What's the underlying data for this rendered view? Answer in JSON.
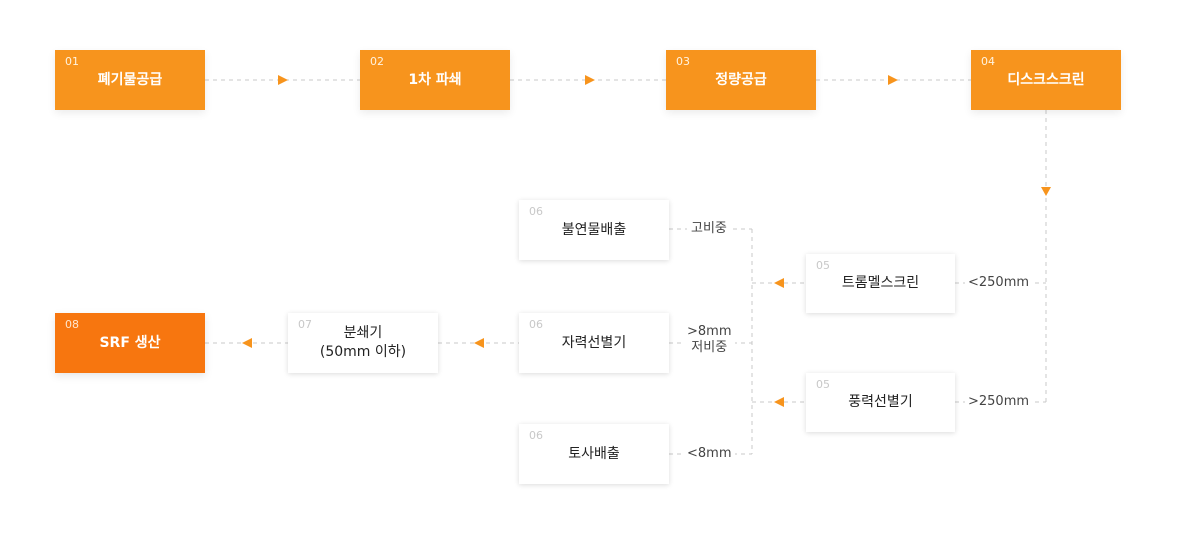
{
  "colors": {
    "accent": "#f7941d",
    "accent_dark": "#f7760f",
    "line": "#c8c8c8"
  },
  "steps": {
    "s01": {
      "num": "01",
      "label": "폐기물공급"
    },
    "s02": {
      "num": "02",
      "label": "1차 파쇄"
    },
    "s03": {
      "num": "03",
      "label": "정량공급"
    },
    "s04": {
      "num": "04",
      "label": "디스크스크린"
    },
    "s05a": {
      "num": "05",
      "label": "트롬멜스크린"
    },
    "s05b": {
      "num": "05",
      "label": "풍력선별기"
    },
    "s06a": {
      "num": "06",
      "label": "불연물배출"
    },
    "s06b": {
      "num": "06",
      "label": "자력선별기"
    },
    "s06c": {
      "num": "06",
      "label": "토사배출"
    },
    "s07": {
      "num": "07",
      "label": "분쇄기\n(50mm 이하)"
    },
    "s08": {
      "num": "08",
      "label": "SRF 생산"
    }
  },
  "tags": {
    "lt250": "<250mm",
    "gt250": ">250mm",
    "high_density": "고비중",
    "gt8_low": ">8mm\n저비중",
    "lt8": "<8mm"
  }
}
